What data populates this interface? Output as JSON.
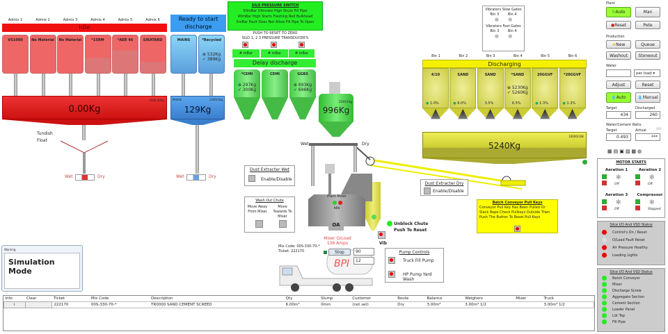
{
  "admix": {
    "labels": [
      "Admix 1",
      "Admix 2",
      "Admix 3",
      "Admix 4",
      "Admix 5",
      "Admix 6"
    ],
    "status": "Idle",
    "bins": [
      "VS1000",
      "No Material",
      "No Material",
      "*15RM",
      "*AER 46",
      "SIKATARD"
    ],
    "weight": "0.00Kg",
    "capacity": "4500.00Kg",
    "tundish": "Tundish",
    "float": "Float",
    "wet": "Wet",
    "dry": "Dry",
    "color": "#e02020"
  },
  "water": {
    "status": "Ready to start discharge",
    "bins": [
      "MAINS",
      "*Recycled"
    ],
    "target": "532Kg",
    "actual": "389Kg",
    "weigher_label": "Middle",
    "capacity": "1300/1Kg",
    "weight": "129Kg",
    "wet": "Wet",
    "dry": "Dry",
    "color": "#4a9ae8"
  },
  "silo_switch": {
    "title": "SILO PRESSURE SWITCH",
    "lines": [
      "50mBar Ultimate High Shuts Fill Pipe",
      "40mBar High Starts Flashing Red Bulkhead",
      "5mBar Fault Does Not Allow Fill Pipe To Open"
    ],
    "reset1": "PUSH TO RESET TO ZERO",
    "reset2": "SILO 1, 2  3 PRESSURE TRANSDUCER'S",
    "mbar": [
      "# mBar",
      "# mBar",
      "# mBar"
    ]
  },
  "cement": {
    "status": "Delay discharge",
    "silos": [
      "*CEMI",
      "CEMI",
      "GGBS"
    ],
    "silo1_target": "297Kg",
    "silo1_actual": "300Kg",
    "silo3_target": "693Kg",
    "silo3_actual": "696Kg",
    "capacity": "2200/1Kg",
    "weight": "996Kg",
    "color": "#44cc44"
  },
  "vibrators": {
    "slow": "Vibrators Slow Gates",
    "fast": "Vibrators Fast Gates",
    "bin3": "Bin 3",
    "bin4": "Bin 4"
  },
  "aggregate": {
    "labels": [
      "Bin 1",
      "Bin 2",
      "Bin 3",
      "Bin 4",
      "Bin 5",
      "Bin 6"
    ],
    "status": "Discharging",
    "bins": [
      "4/10",
      "SAND",
      "SAND",
      "*SAND",
      "20GGVF",
      "*20GGVF"
    ],
    "moisture": [
      "1.0%",
      "6.0%",
      "3.5%",
      "6.5%",
      "1.3%",
      "1.3%"
    ],
    "bin4_target": "5230Kg",
    "bin4_actual": "5260Kg",
    "capacity": "10000/10K",
    "weight": "5240Kg",
    "color": "#f0f000"
  },
  "mixer": {
    "label": "Plant Mixer",
    "status": "Idle",
    "oa": "OA",
    "overload": "Mixer O/Load",
    "amps": "136 Amps",
    "wet": "Wet",
    "dry": "Dry",
    "vib": "Vib",
    "unblock1": "Unblock Chute",
    "unblock2": "Push To Reset"
  },
  "dust_wet": {
    "title": "Dust Extracter Wet",
    "label": "Enable/Disable"
  },
  "dust_dry": {
    "title": "Dust Extracter Dry",
    "label": "Enable/Disable"
  },
  "washout": {
    "title": "Wash Out Chute",
    "away": "Move Away From Mixer",
    "towards": "Move Towards To Mixer"
  },
  "truck": {
    "mix_code": "Mix Code: 00S-330-70-*",
    "ticket": "Ticket: 222170",
    "stop": "Stop",
    "v1": "90",
    "v2": "12",
    "logo": "BPI"
  },
  "pump": {
    "title": "Pump Controls",
    "truck_fill": "Truck Fill Pump",
    "hp_wash": "HP Pump Yard Wash"
  },
  "pull_keys": {
    "title": "Batch Conveyor Pull Keys",
    "text": "Conveyor Pull Key Has Been Pulled Or Slack Rope Check Pullkeys Outside Then Push The Button To Reset Pull Keys"
  },
  "warning": {
    "title": "Warning",
    "text": "Simulation Mode"
  },
  "panel": {
    "plant": "Plant",
    "auto": "Auto",
    "man": "Man",
    "reset": "Reset",
    "pete": "Pete",
    "production": "Production",
    "new": "New",
    "queue": "Queue",
    "washout": "Washout",
    "stoneout": "Stoneout",
    "water": "Water",
    "per_load": "per load",
    "adjust": "Adjust",
    "w_reset": "Reset",
    "w_auto": "Auto",
    "w_manual": "Manual",
    "target_l": "Target",
    "discharged_l": "Discharged",
    "target": "434",
    "discharged": "260",
    "wc": "Water/Cement Ratio",
    "wc_target_l": "Target",
    "wc_actual_l": "Actual",
    "wc_code": "S01",
    "wc_target": "0.493",
    "wc_actual": "***"
  },
  "motors": {
    "title": "MOTOR STARTS",
    "items": [
      {
        "name": "Aeration 1",
        "state": "Off"
      },
      {
        "name": "Aeration 2",
        "state": "Off"
      },
      {
        "name": "Aeration 3",
        "state": "Off"
      },
      {
        "name": "Compressor",
        "state": "Stopped"
      }
    ]
  },
  "status1": {
    "title": "Slice I/O And VSD Status",
    "items": [
      "Control's On / Reset",
      "O/Load Fault Reset",
      "Air Pressure Healthy",
      "Loading Lights"
    ]
  },
  "status2": {
    "title": "Slice I/O And VSD Status",
    "items": [
      "Batch Conveyor",
      "Mixer",
      "Discharge Screw",
      "Aggregate Section",
      "Cement Section",
      "Loader Panel",
      "Ldr Top",
      "Fill Pipe"
    ]
  },
  "table": {
    "headers": [
      "Info",
      "Clear",
      "Ticket",
      "Mix Code",
      "Description",
      "Qty",
      "Slump",
      "Customer",
      "Route",
      "Balance",
      "Weighers",
      "Mixer",
      "Truck"
    ],
    "rows": [
      [
        "i",
        "",
        "222170",
        "00S-330-70-*",
        "TR0000 SAND CEMENT SCREED",
        "6.00m³",
        "0mm",
        "(not set)",
        "Dry",
        "3.00m³",
        "3.00m³ 1/2",
        "",
        "3.00m³ 1/2"
      ]
    ]
  }
}
